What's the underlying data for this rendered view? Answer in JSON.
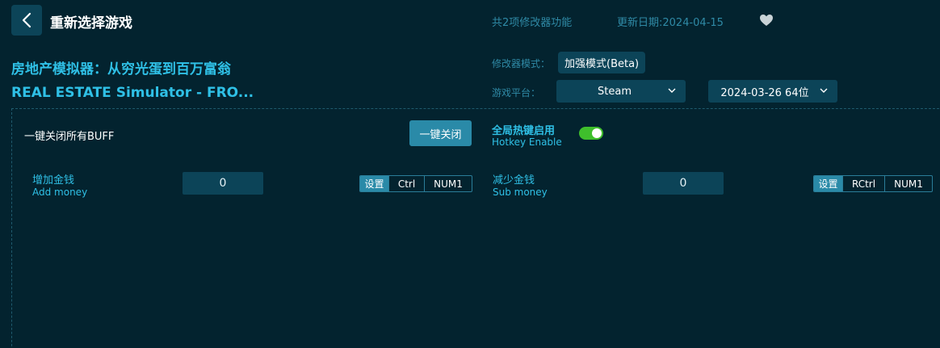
{
  "header": {
    "title": "重新选择游戏",
    "feature_count": "共2项修改器功能",
    "update_date": "更新日期:2024-04-15"
  },
  "game": {
    "title_cn": "房地产模拟器：从穷光蛋到百万富翁",
    "title_en": "REAL ESTATE Simulator - FRO..."
  },
  "settings": {
    "mode_label": "修改器模式：",
    "mode_value": "加强模式(Beta)",
    "platform_label": "游戏平台：",
    "platform_value": "Steam",
    "version_value": "2024-03-26 64位"
  },
  "main": {
    "buff_label": "一键关闭所有BUFF",
    "off_button": "一键关闭",
    "hotkey_title": "全局热键启用",
    "hotkey_sub": "Hotkey Enable",
    "hotkey_enabled": true
  },
  "options": [
    {
      "cn": "增加金钱",
      "en": "Add money",
      "value": "0",
      "set_label": "设置",
      "keys": [
        "Ctrl",
        "NUM1"
      ]
    },
    {
      "cn": "减少金钱",
      "en": "Sub money",
      "value": "0",
      "set_label": "设置",
      "keys": [
        "RCtrl",
        "NUM1"
      ]
    }
  ],
  "colors": {
    "background": "#03232f",
    "accent": "#2fc0e6",
    "button": "#0c4458",
    "toggle_on": "#3fbf2c"
  }
}
